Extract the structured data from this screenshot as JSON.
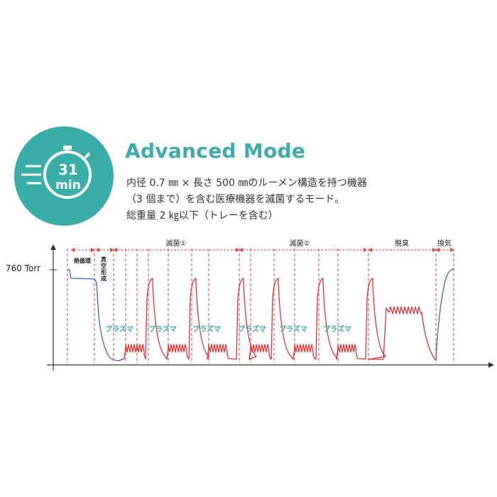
{
  "badge": {
    "number": "31",
    "unit": "min",
    "icon": "stopwatch-icon",
    "color": "#3aada8"
  },
  "title": "Advanced Mode",
  "description": [
    "内径 0.7 ㎜ × 長さ 500 ㎜のルーメン構造を持つ機器",
    "（3 個まで）を含む医療機器を滅菌するモード。",
    "総重量 2 ㎏以下（トレーを含む）"
  ],
  "diagram": {
    "y_label": "760 Torr",
    "phases": [
      "熱循環",
      "真空形成",
      "滅菌①",
      "滅菌②",
      "脱臭",
      "換気"
    ],
    "plasma_label": "プラズマ",
    "plasma_count": 6,
    "colors": {
      "teal": "#3aada8",
      "curve_blue": "#4a6fc2",
      "curve_red": "#e03030",
      "guide_red": "#e23a3a",
      "plasma_text": "#2ab0a8"
    }
  }
}
